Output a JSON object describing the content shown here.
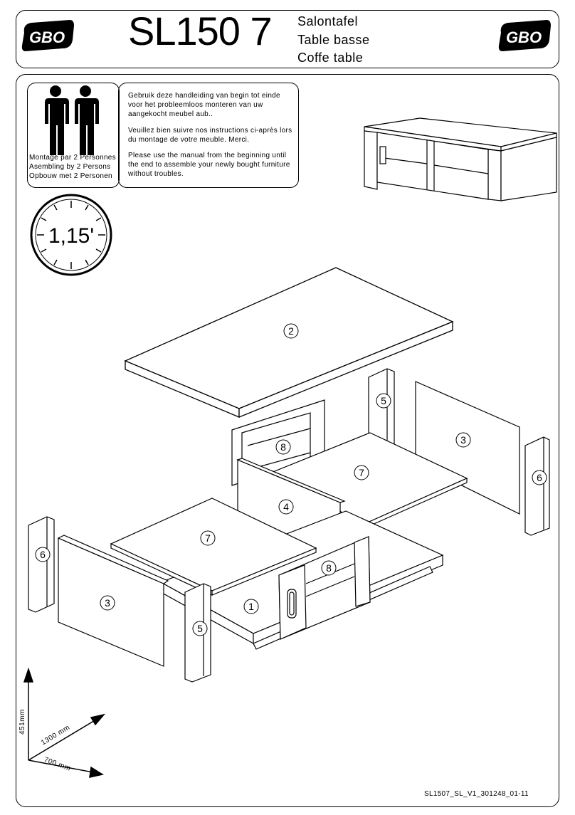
{
  "header": {
    "brand": "GBO",
    "model": "SL150 7",
    "titles": [
      "Salontafel",
      "Table basse",
      "Coffe table"
    ]
  },
  "persons": {
    "lines": [
      "Montage par 2 Personnes",
      "Asembling by 2 Persons",
      "Opbouw met  2 Personen"
    ]
  },
  "instructions": {
    "nl": "Gebruik deze handleiding van begin tot einde voor het probleemloos monteren van uw aangekocht meubel aub..",
    "fr": "Veuillez bien suivre nos instructions ci-après lors du montage de votre meuble. Merci.",
    "en": "Please use the manual from  the beginning until the end to assemble your newly bought furniture without troubles."
  },
  "time": "1,15'",
  "parts": {
    "p1": "1",
    "p2": "2",
    "p3a": "3",
    "p3b": "3",
    "p4": "4",
    "p5a": "5",
    "p5b": "5",
    "p6a": "6",
    "p6b": "6",
    "p7a": "7",
    "p7b": "7",
    "p8a": "8",
    "p8b": "8"
  },
  "dimensions": {
    "height": "451mm",
    "width": "1300 mm",
    "depth": "700 mm"
  },
  "footer": {
    "code": "SL1507_SL_V1_301248_01-11"
  }
}
